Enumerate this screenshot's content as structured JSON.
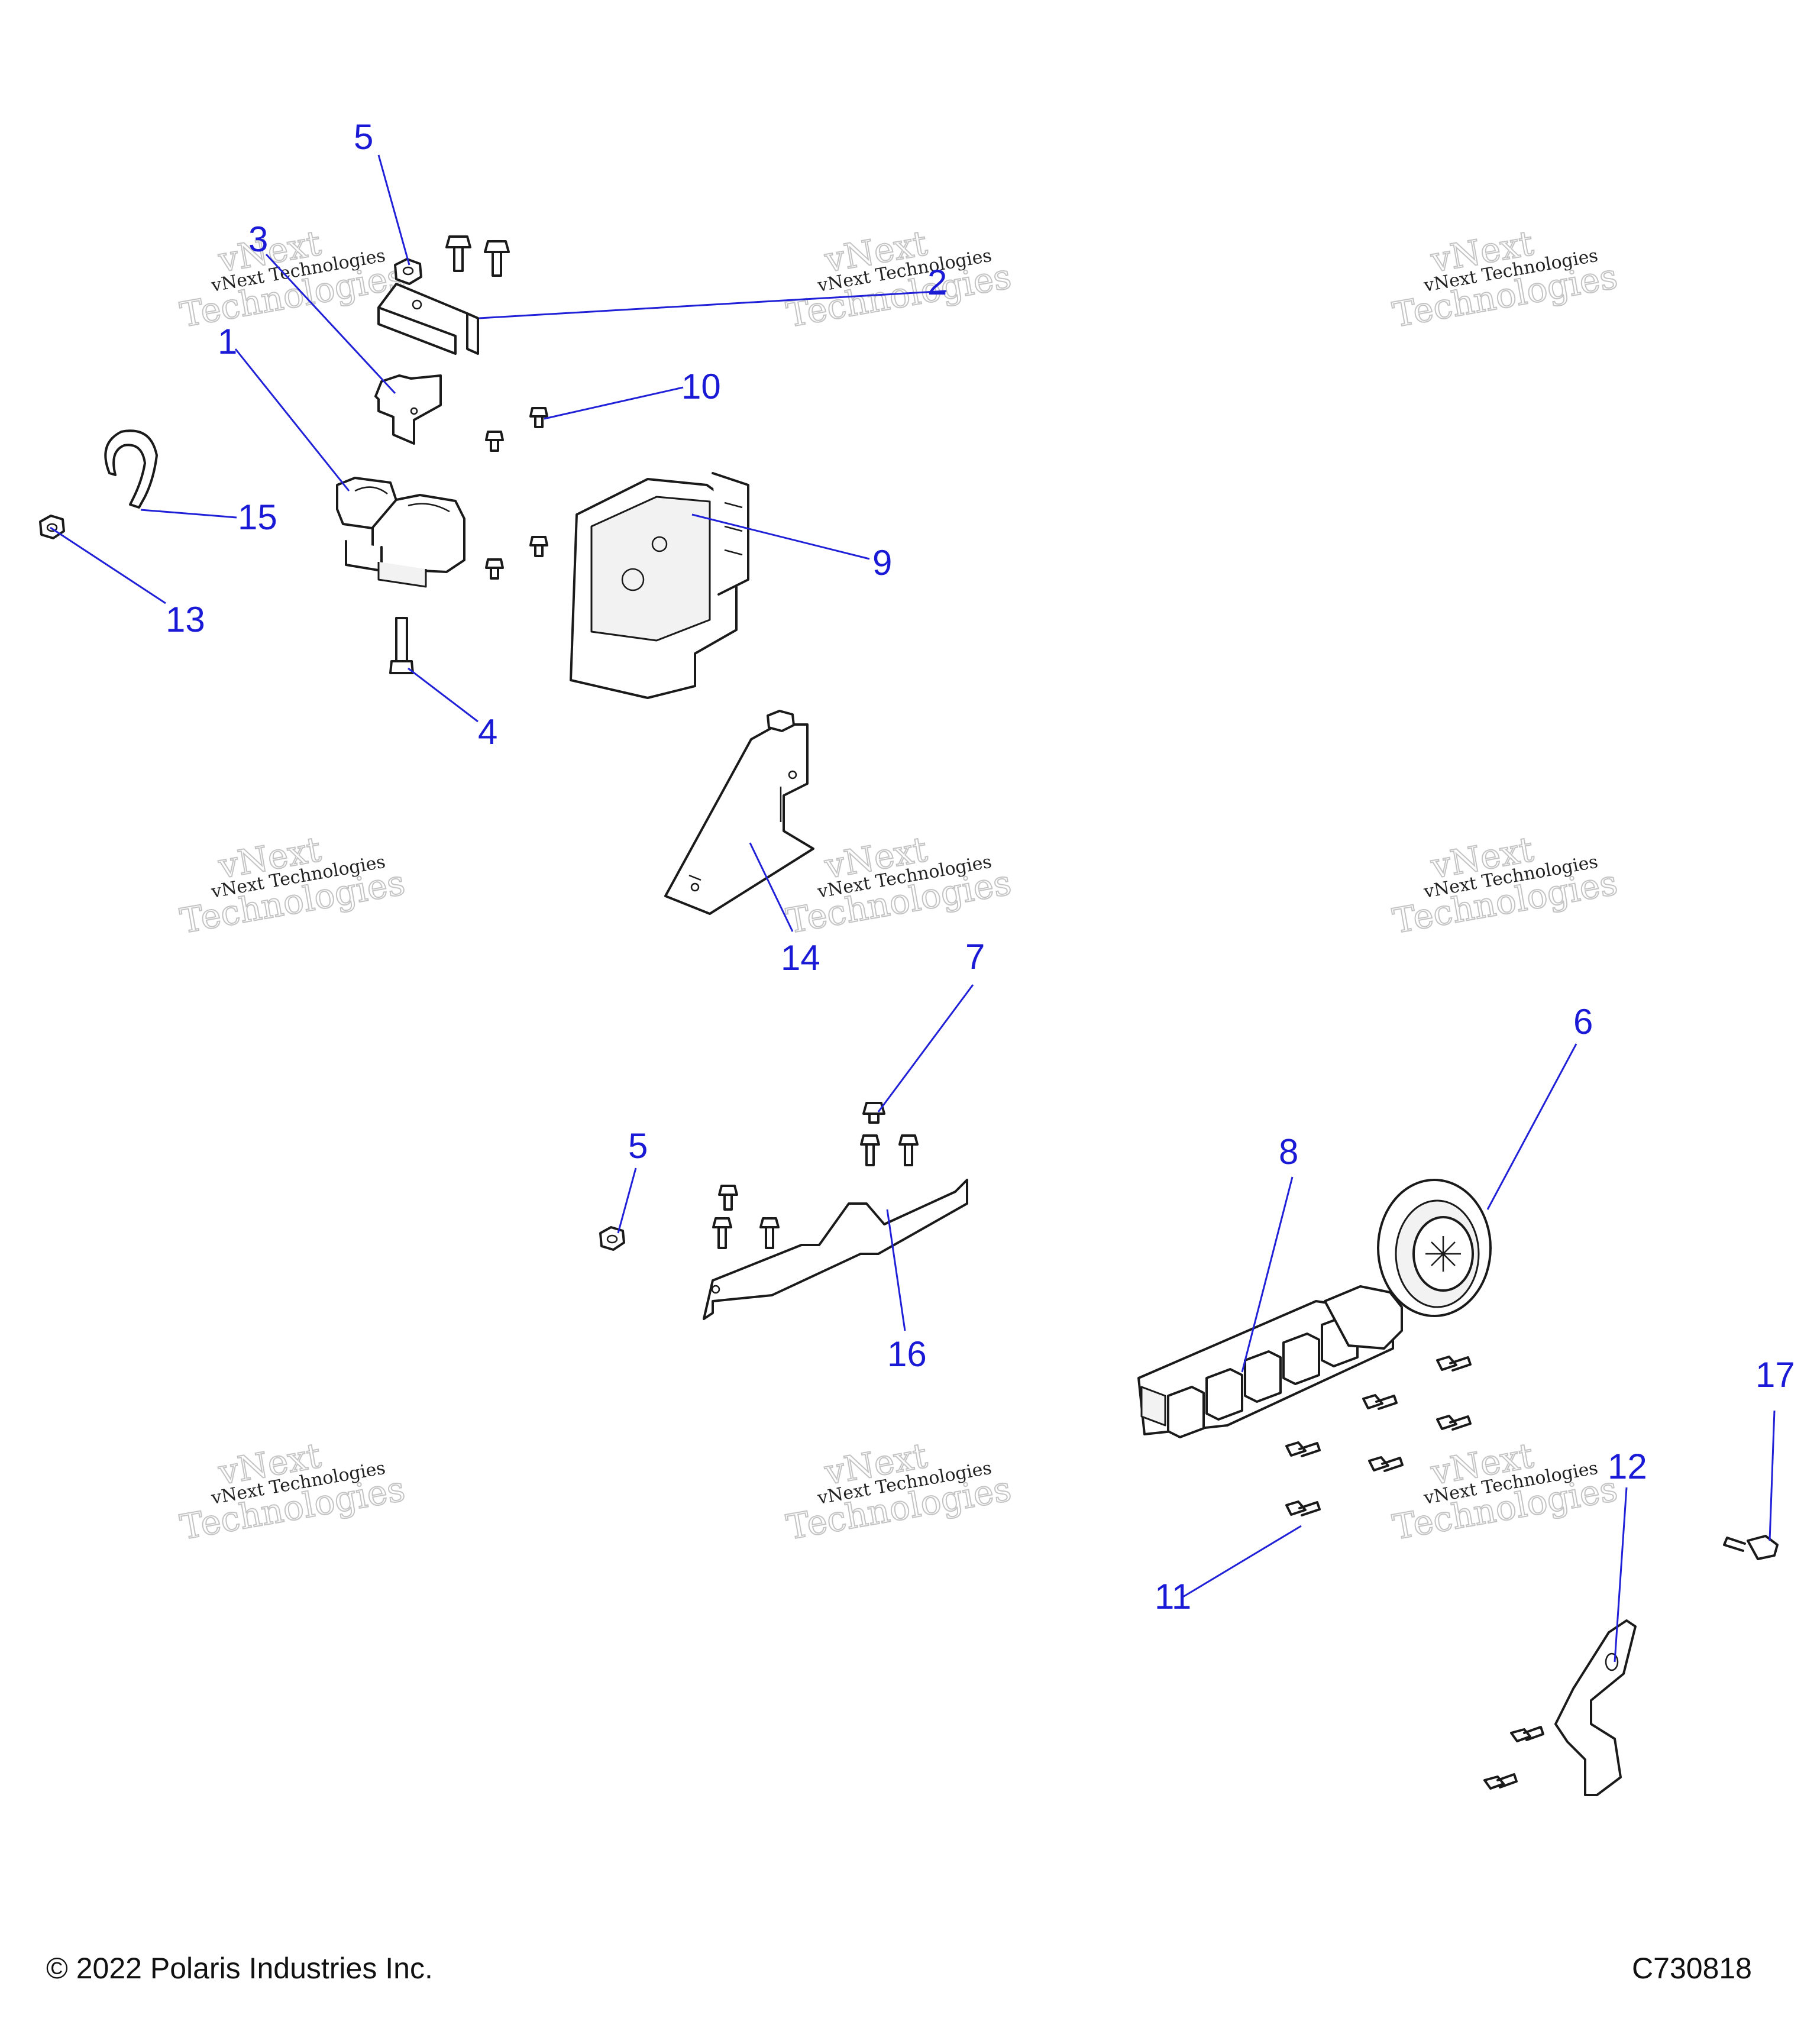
{
  "callouts": {
    "c1": "1",
    "c2": "2",
    "c3": "3",
    "c4": "4",
    "c5a": "5",
    "c5b": "5",
    "c6": "6",
    "c7": "7",
    "c8": "8",
    "c9": "9",
    "c10": "10",
    "c11": "11",
    "c12": "12",
    "c13": "13",
    "c14": "14",
    "c15": "15",
    "c16": "16",
    "c17": "17"
  },
  "watermark": {
    "line1": "vNext Technologies",
    "big1": "vNext",
    "big2": "Technologies"
  },
  "footer": {
    "copyright": "© 2022 Polaris Industries Inc.",
    "figure_id": "C730818"
  },
  "colors": {
    "callout": "#1a1ad6",
    "leader": "#2020d8",
    "line_art": "#1a1a1a"
  }
}
